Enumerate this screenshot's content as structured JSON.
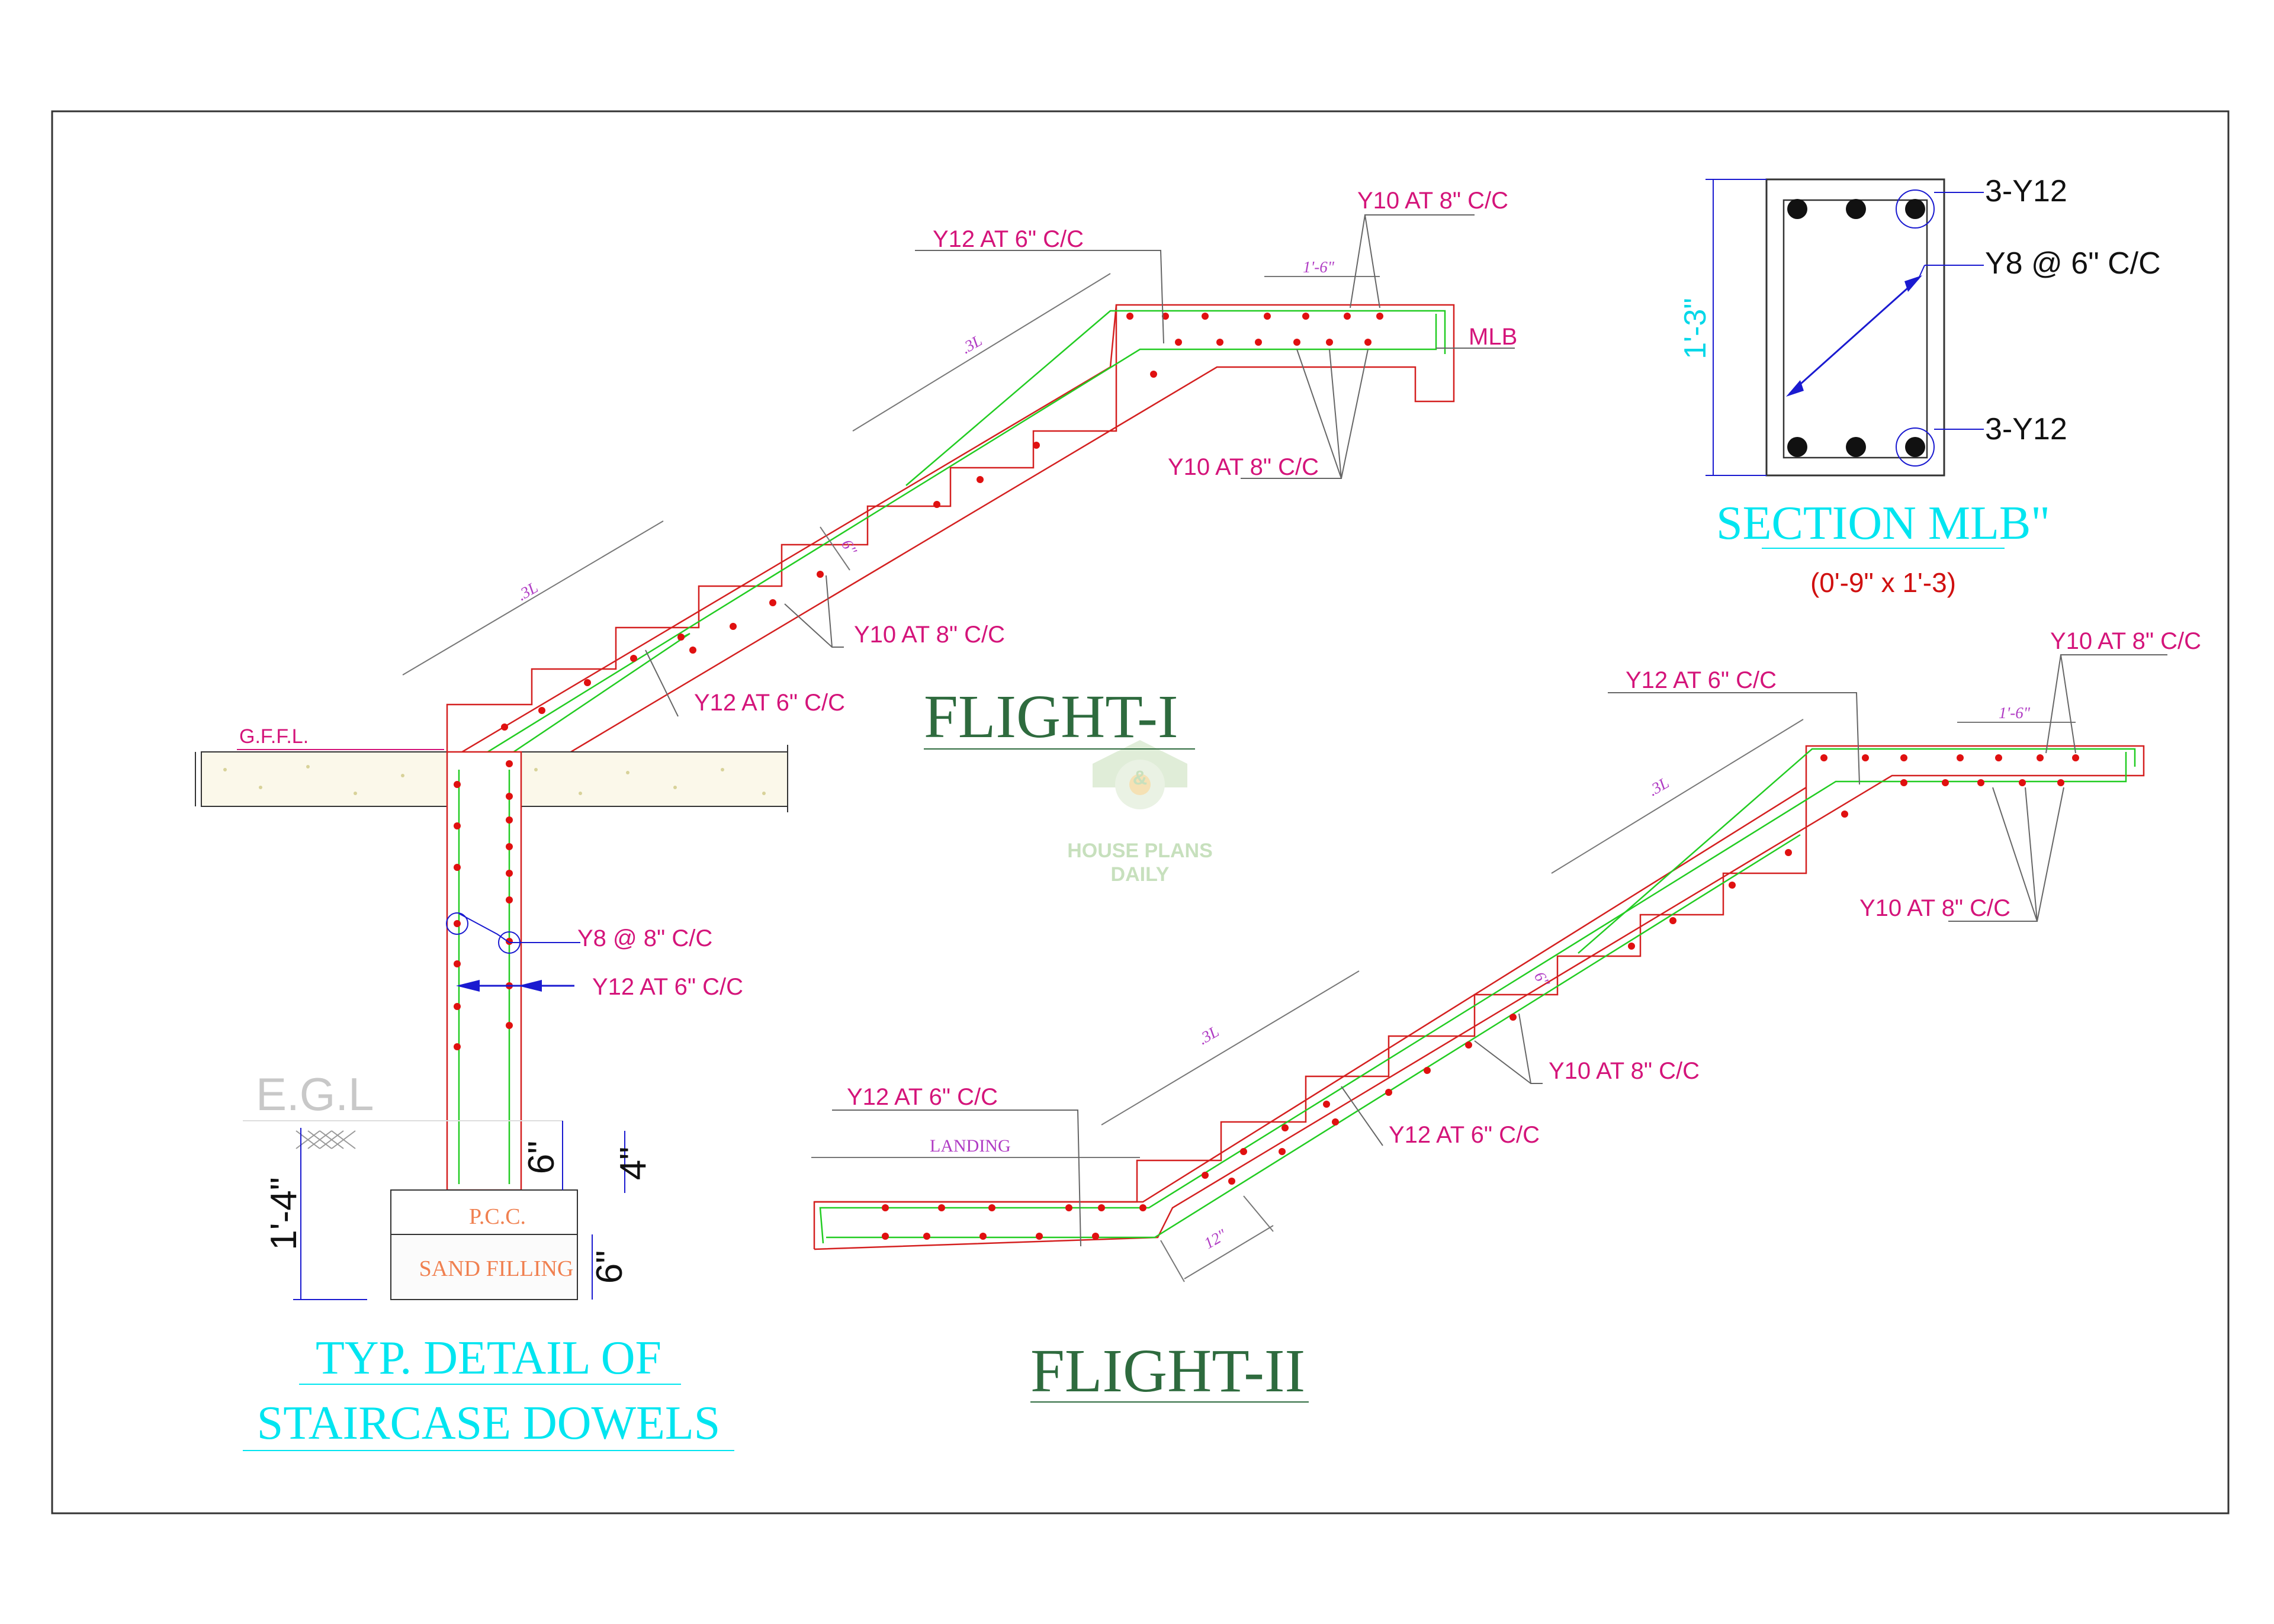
{
  "colors": {
    "concrete_outline": "#d42020",
    "rebar_line": "#22cc22",
    "rebar_dot": "#e01010",
    "leader": "#555555",
    "label_magenta": "#d4147a",
    "title_green": "#2e6b3e",
    "title_cyan": "#00e5f0"
  },
  "flight1": {
    "title": "FLIGHT-I",
    "label_top_y12": "Y12 AT 6\" C/C",
    "label_top_y10": "Y10 AT 8\" C/C",
    "label_landing_y10": "Y10 AT 8\" C/C",
    "label_mlb": "MLB",
    "label_waist_y10": "Y10 AT 8\" C/C",
    "label_waist_y12": "Y12 AT 6\" C/C",
    "dim_upper": ".3L",
    "dim_lower": ".3L",
    "dim_landing": "1'-6\"",
    "dim_waist": "6\""
  },
  "flight2": {
    "title": "FLIGHT-II",
    "label_top_y12": "Y12 AT 6\" C/C",
    "label_top_y10": "Y10 AT 8\" C/C",
    "label_landing_y10": "Y10 AT 8\" C/C",
    "label_waist_y10": "Y10 AT 8\" C/C",
    "label_waist_y12": "Y12 AT 6\" C/C",
    "label_bottom_y12": "Y12 AT 6\" C/C",
    "landing": "LANDING",
    "dim_upper": ".3L",
    "dim_lower": ".3L",
    "dim_landing": "1'-6\"",
    "dim_waist": "6\"",
    "dim_bottom": "12\""
  },
  "section": {
    "title": "SECTION MLB\"",
    "size": "(0'-9\" x 1'-3)",
    "top_bars": "3-Y12",
    "stirrup": "Y8 @ 6\" C/C",
    "bottom_bars": "3-Y12",
    "height": "1'-3\""
  },
  "dowel": {
    "title_line1": "TYP. DETAIL OF",
    "title_line2": "STAIRCASE  DOWELS",
    "gffl": "G.F.F.L.",
    "egl": "E.G.L",
    "tie_label": "Y8 @ 8\" C/C",
    "bar_label": "Y12 AT 6\" C/C",
    "pcc": "P.C.C.",
    "sand": "SAND FILLING",
    "dim_depth": "1'-4\"",
    "dim_6a": "6\"",
    "dim_4": "4\"",
    "dim_6b": "6\""
  },
  "watermark": {
    "line1": "HOUSE PLANS",
    "line2": "DAILY",
    "badge": "&"
  }
}
